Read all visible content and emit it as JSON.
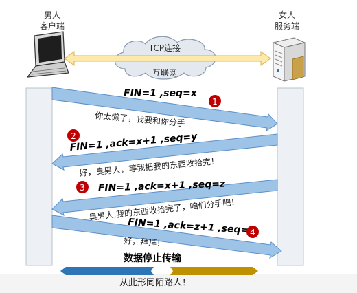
{
  "client": {
    "line1": "男人",
    "line2": "客户端"
  },
  "server": {
    "line1": "女人",
    "line2": "服务端"
  },
  "connection": {
    "top_label": "TCP连接",
    "bottom_label": "互联网"
  },
  "steps": [
    {
      "number": "1",
      "packet": "FIN=1 ,seq=x",
      "message": "你太懒了，我要和你分手"
    },
    {
      "number": "2",
      "packet": "FIN=1 ,ack=x+1 ,seq=y",
      "message": "好，臭男人，等我把我的东西收拾完！"
    },
    {
      "number": "3",
      "packet": "FIN=1 ,ack=x+1 ,seq=z",
      "message": "臭男人,我的东西收拾完了，咱们分手吧！"
    },
    {
      "number": "4",
      "packet": "FIN=1 ,ack=z+1 ,seq=h",
      "message": "好，拜拜！"
    }
  ],
  "stop_label": "数据停止传输",
  "footer_text": "从此形同陌路人！",
  "colors": {
    "arrow_fill": "#9dc3e6",
    "arrow_stroke": "#5b8fc9",
    "lane_fill": "#edf1f5",
    "lane_stroke": "#b7c3cf",
    "badge_fill": "#c00000",
    "cloud_fill": "#e4e9f0",
    "double_arrow_fill": "#fde9a9",
    "double_arrow_stroke": "#d9b15a",
    "blue_bar": "#2e75b6",
    "gold_bar": "#bf9000"
  }
}
